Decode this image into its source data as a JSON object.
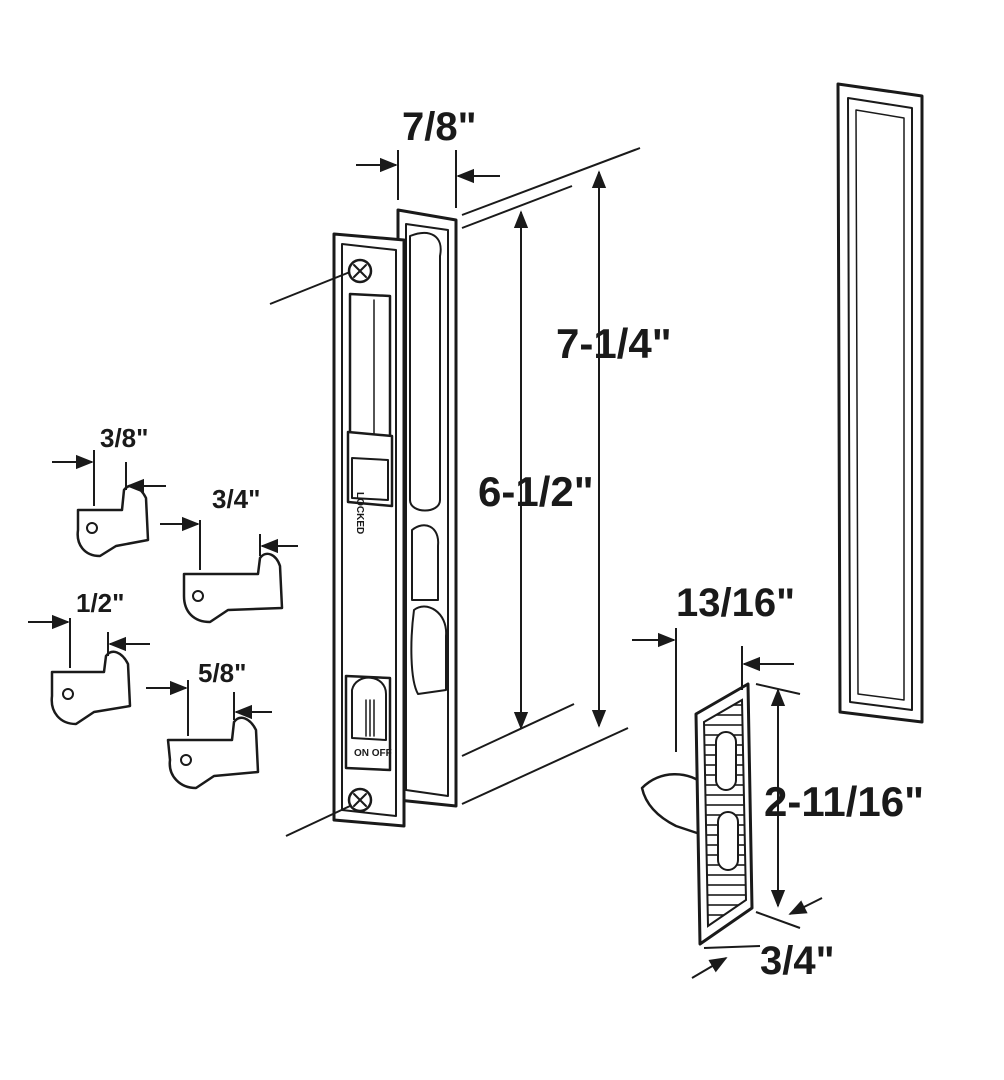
{
  "dimensions": {
    "handle_width": "7/8\"",
    "overall_height": "7-1/4\"",
    "hole_spacing": "6-1/2\"",
    "hook_3_8": "3/8\"",
    "hook_3_4": "3/4\"",
    "hook_1_2": "1/2\"",
    "hook_5_8": "5/8\"",
    "keeper_projection": "13/16\"",
    "keeper_height": "2-11/16\"",
    "keeper_width": "3/4\""
  },
  "labels": {
    "locked": "LOCKED",
    "on_off": "ON OFF"
  }
}
